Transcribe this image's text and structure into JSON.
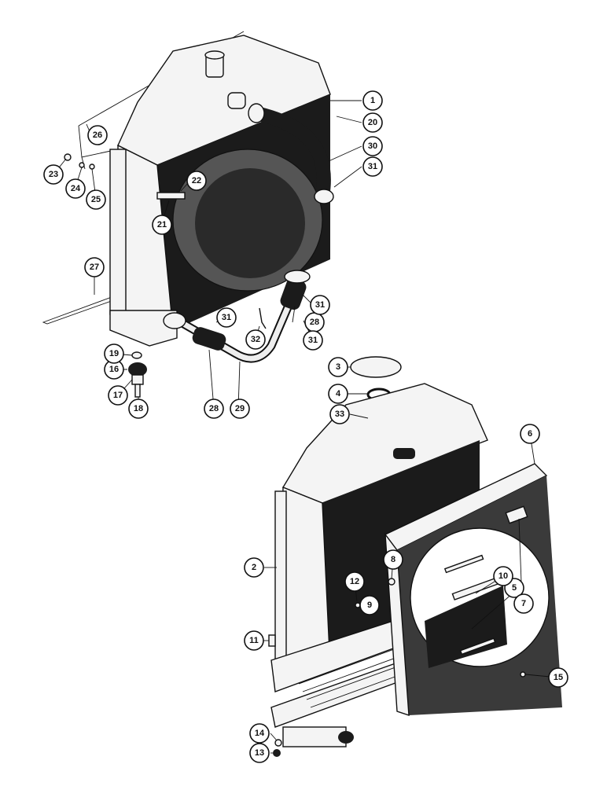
{
  "callouts": [
    {
      "id": "c1",
      "label": "1"
    },
    {
      "id": "c2",
      "label": "2"
    },
    {
      "id": "c3",
      "label": "3"
    },
    {
      "id": "c4",
      "label": "4"
    },
    {
      "id": "c5",
      "label": "5"
    },
    {
      "id": "c6",
      "label": "6"
    },
    {
      "id": "c7",
      "label": "7"
    },
    {
      "id": "c8",
      "label": "8"
    },
    {
      "id": "c9",
      "label": "9"
    },
    {
      "id": "c10",
      "label": "10"
    },
    {
      "id": "c11",
      "label": "11"
    },
    {
      "id": "c12",
      "label": "12"
    },
    {
      "id": "c13",
      "label": "13"
    },
    {
      "id": "c14",
      "label": "14"
    },
    {
      "id": "c15",
      "label": "15"
    },
    {
      "id": "c16",
      "label": "16"
    },
    {
      "id": "c17",
      "label": "17"
    },
    {
      "id": "c18",
      "label": "18"
    },
    {
      "id": "c19",
      "label": "19"
    },
    {
      "id": "c20",
      "label": "20"
    },
    {
      "id": "c21",
      "label": "21"
    },
    {
      "id": "c22",
      "label": "22"
    },
    {
      "id": "c23",
      "label": "23"
    },
    {
      "id": "c24",
      "label": "24"
    },
    {
      "id": "c25",
      "label": "25"
    },
    {
      "id": "c26",
      "label": "26"
    },
    {
      "id": "c27",
      "label": "27"
    },
    {
      "id": "c28a",
      "label": "28"
    },
    {
      "id": "c28b",
      "label": "28"
    },
    {
      "id": "c29",
      "label": "29"
    },
    {
      "id": "c30",
      "label": "30"
    },
    {
      "id": "c31a",
      "label": "31"
    },
    {
      "id": "c31b",
      "label": "31"
    },
    {
      "id": "c31c",
      "label": "31"
    },
    {
      "id": "c31d",
      "label": "31"
    },
    {
      "id": "c32",
      "label": "32"
    },
    {
      "id": "c33",
      "label": "33"
    }
  ]
}
